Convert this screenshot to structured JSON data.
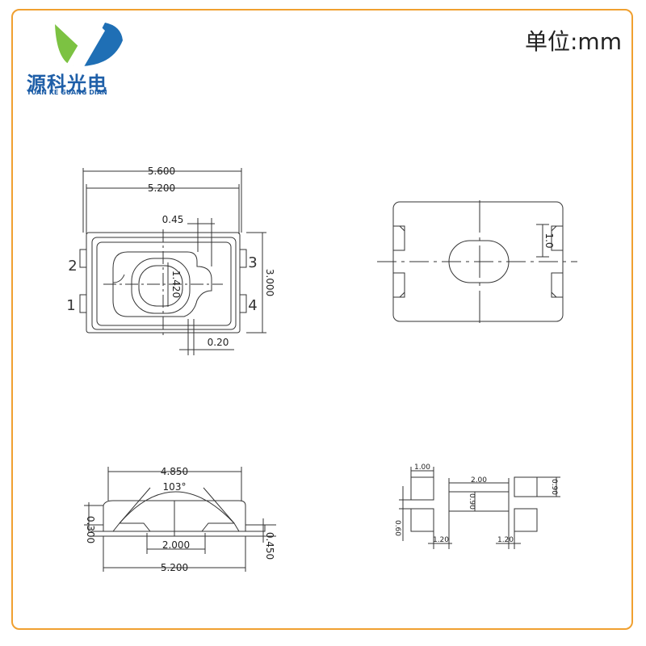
{
  "brand": {
    "name_cn": "源科光电",
    "name_en": "YUAN KE GUANG DIAN"
  },
  "unit_label": "单位:mm",
  "top_view": {
    "width_outer": "5.600",
    "width_inner": "5.200",
    "offset": "0.45",
    "lens_dia": "1.420",
    "height": "3.000",
    "gap": "0.20",
    "pins": [
      "1",
      "2",
      "3",
      "4"
    ]
  },
  "bottom_view": {
    "pad_height": "1.0"
  },
  "side_view": {
    "top_width": "4.850",
    "angle": "103°",
    "lens_height": "0.300",
    "pad_span": "2.000",
    "total_height": "0.450",
    "base_width": "5.200"
  },
  "footprint": {
    "pad_w": "1.00",
    "center_w": "2.00",
    "center_h": "0.90",
    "right_h": "0.90",
    "left_gap": "0.60",
    "left_space": "1.20",
    "right_space": "1.20"
  }
}
